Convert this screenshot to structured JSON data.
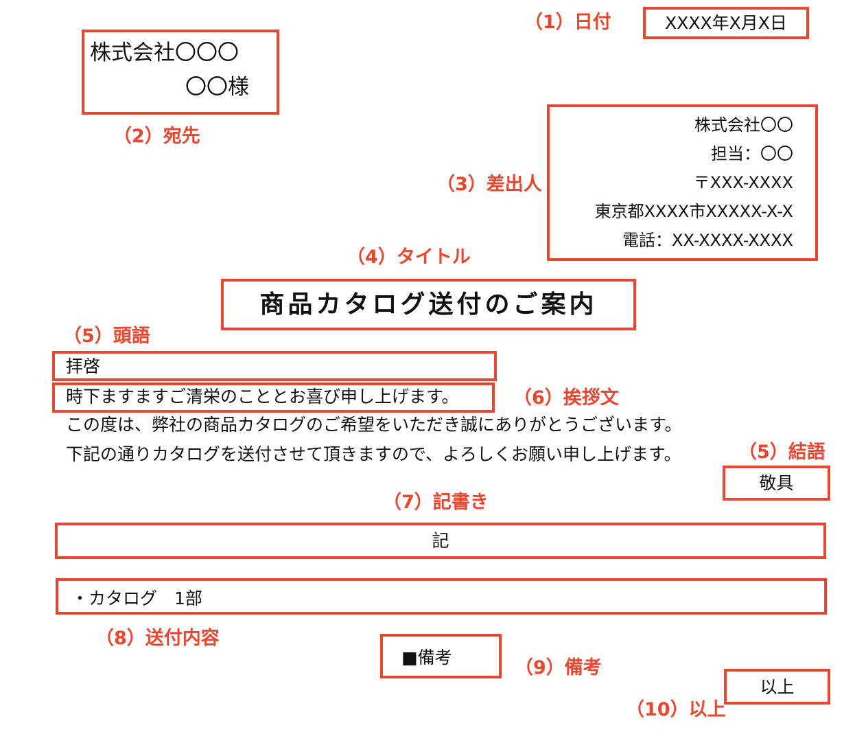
{
  "labels": {
    "date": "（1）日付",
    "recipient": "（2）宛先",
    "sender": "（3）差出人",
    "title": "（4）タイトル",
    "opening": "（5）頭語",
    "greeting": "（6）挨拶文",
    "closing": "（5）結語",
    "ki": "（7）記書き",
    "content": "（8）送付内容",
    "remarks": "（9）備考",
    "end": "（10）以上"
  },
  "letter": {
    "date": "XXXX年X月X日",
    "recipient_company": "株式会社〇〇〇",
    "recipient_person": "〇〇様",
    "sender": [
      "株式会社〇〇",
      "担当：〇〇",
      "〒XXX-XXXX",
      "東京都XXXX市XXXXX-X-X",
      "電話：XX-XXXX-XXXX"
    ],
    "title": "商品カタログ送付のご案内",
    "opening": "拝啓",
    "greeting": "時下ますますご清栄のこととお喜び申し上げます。",
    "body": [
      "この度は、弊社の商品カタログのご希望をいただき誠にありがとうございます。",
      "下記の通りカタログを送付させて頂きますので、よろしくお願い申し上げます。"
    ],
    "closing": "敬具",
    "ki": "記",
    "content": "・カタログ　1部",
    "remarks": "■備考",
    "end": "以上"
  },
  "colors": {
    "accent": "#e8462f",
    "text": "#111111",
    "background": "#ffffff"
  }
}
